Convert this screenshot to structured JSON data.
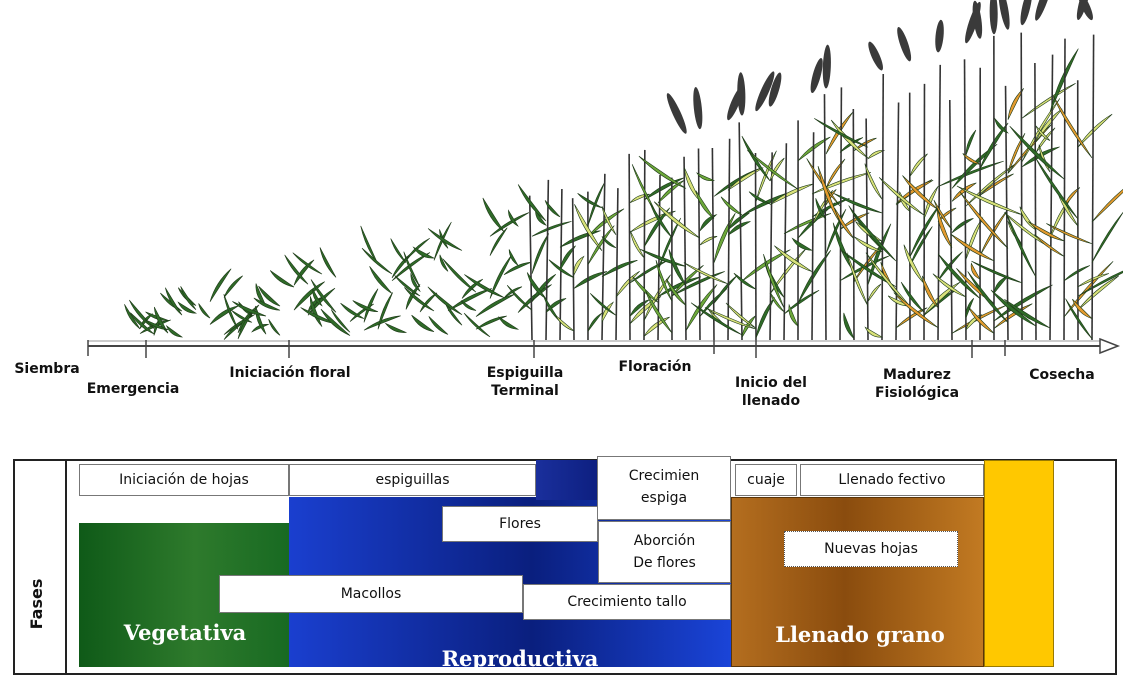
{
  "colors": {
    "vegetative": "#1d6b22",
    "reproductive": "#1a3ec8",
    "grain_fill": "#b06a1a",
    "harvest": "#ffc800",
    "dark_leaf": "#2f6b28",
    "mid_leaf": "#6da83a",
    "yellow_leaf": "#d9e27a",
    "orange_leaf": "#e39a2e",
    "stem": "#333333"
  },
  "stages": [
    {
      "label": "Siembra"
    },
    {
      "label": "Emergencia"
    },
    {
      "label": "Iniciación floral"
    },
    {
      "label": "Espiguilla\nTerminal"
    },
    {
      "label": "Floración"
    },
    {
      "label": "Inicio del\nllenado"
    },
    {
      "label": "Madurez\nFisiológica"
    },
    {
      "label": "Cosecha"
    }
  ],
  "fases_label": "Fases",
  "phases": {
    "vegetativa": "Vegetativa",
    "reproductiva": "Reproductiva",
    "llenado": "Llenado grano"
  },
  "processes": {
    "iniciacion_hojas": "Iniciación de hojas",
    "espiguillas": "espiguillas",
    "crecimiento_espiga": "Crecimien\nespiga",
    "cuaje": "cuaje",
    "llenado_efectivo": "Llenado fectivo",
    "flores": "Flores",
    "aborcion_flores": "Aborción\nDe flores",
    "nuevas_hojas": "Nuevas hojas",
    "macollos": "Macollos",
    "crecimiento_tallo": "Crecimiento tallo"
  }
}
